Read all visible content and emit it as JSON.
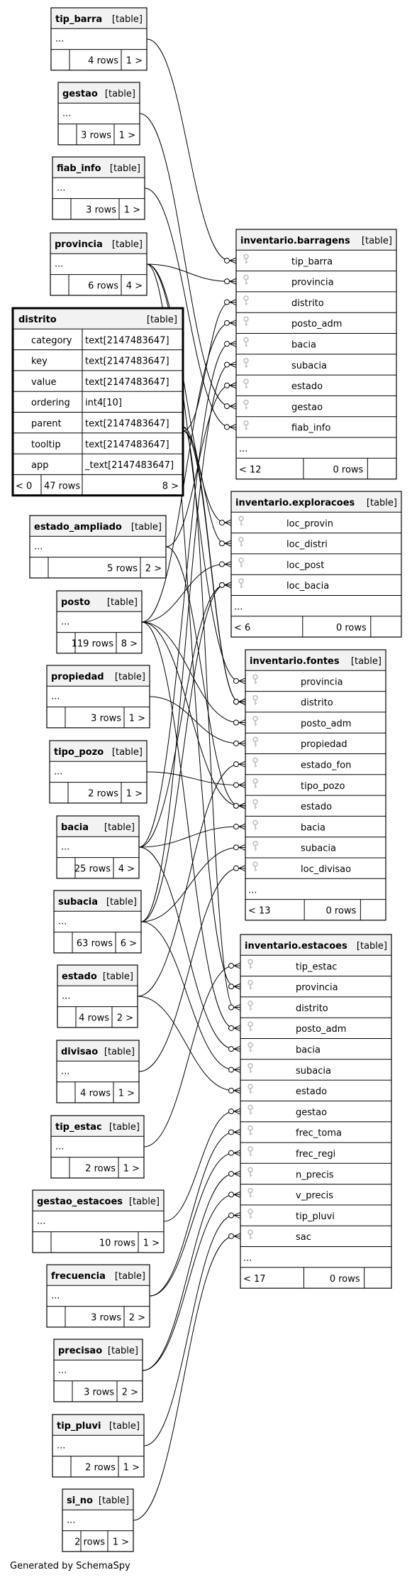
{
  "footer": "Generated by SchemaSpy",
  "tables": [
    {
      "id": "tip_barra",
      "title": "tip_barra",
      "tag": "[table]",
      "ellipsis": "...",
      "rows": "4 rows",
      "right": "1 >"
    },
    {
      "id": "gestao",
      "title": "gestao",
      "tag": "[table]",
      "ellipsis": "...",
      "rows": "3 rows",
      "right": "1 >"
    },
    {
      "id": "fiab_info",
      "title": "fiab_info",
      "tag": "[table]",
      "ellipsis": "...",
      "rows": "3 rows",
      "right": "1 >"
    },
    {
      "id": "provincia",
      "title": "provincia",
      "tag": "[table]",
      "ellipsis": "...",
      "rows": "6 rows",
      "right": "4 >"
    },
    {
      "id": "distrito",
      "title": "distrito",
      "tag": "[table]",
      "bold": true,
      "columns": [
        {
          "name": "category",
          "type": "text[2147483647]"
        },
        {
          "name": "key",
          "type": "text[2147483647]"
        },
        {
          "name": "value",
          "type": "text[2147483647]"
        },
        {
          "name": "ordering",
          "type": "int4[10]"
        },
        {
          "name": "parent",
          "type": "text[2147483647]"
        },
        {
          "name": "tooltip",
          "type": "text[2147483647]"
        },
        {
          "name": "app",
          "type": "_text[2147483647]"
        }
      ],
      "left": "< 0",
      "rows": "47 rows",
      "right": "8 >"
    },
    {
      "id": "estado_ampliado",
      "title": "estado_ampliado",
      "tag": "[table]",
      "ellipsis": "...",
      "rows": "5 rows",
      "right": "2 >"
    },
    {
      "id": "posto",
      "title": "posto",
      "tag": "[table]",
      "ellipsis": "...",
      "rows": "119 rows",
      "right": "8 >"
    },
    {
      "id": "propiedad",
      "title": "propiedad",
      "tag": "[table]",
      "ellipsis": "...",
      "rows": "3 rows",
      "right": "1 >"
    },
    {
      "id": "tipo_pozo",
      "title": "tipo_pozo",
      "tag": "[table]",
      "ellipsis": "...",
      "rows": "2 rows",
      "right": "1 >"
    },
    {
      "id": "bacia",
      "title": "bacia",
      "tag": "[table]",
      "ellipsis": "...",
      "rows": "25 rows",
      "right": "4 >"
    },
    {
      "id": "subacia",
      "title": "subacia",
      "tag": "[table]",
      "ellipsis": "...",
      "rows": "63 rows",
      "right": "6 >"
    },
    {
      "id": "estado",
      "title": "estado",
      "tag": "[table]",
      "ellipsis": "...",
      "rows": "4 rows",
      "right": "2 >"
    },
    {
      "id": "divisao",
      "title": "divisao",
      "tag": "[table]",
      "ellipsis": "...",
      "rows": "4 rows",
      "right": "1 >"
    },
    {
      "id": "tip_estac",
      "title": "tip_estac",
      "tag": "[table]",
      "ellipsis": "...",
      "rows": "2 rows",
      "right": "1 >"
    },
    {
      "id": "gestao_estacoes",
      "title": "gestao_estacoes",
      "tag": "[table]",
      "ellipsis": "...",
      "rows": "10 rows",
      "right": "1 >"
    },
    {
      "id": "frecuencia",
      "title": "frecuencia",
      "tag": "[table]",
      "ellipsis": "...",
      "rows": "3 rows",
      "right": "2 >"
    },
    {
      "id": "precisao",
      "title": "precisao",
      "tag": "[table]",
      "ellipsis": "...",
      "rows": "3 rows",
      "right": "2 >"
    },
    {
      "id": "tip_pluvi",
      "title": "tip_pluvi",
      "tag": "[table]",
      "ellipsis": "...",
      "rows": "2 rows",
      "right": "1 >"
    },
    {
      "id": "si_no",
      "title": "si_no",
      "tag": "[table]",
      "ellipsis": "...",
      "rows": "2 rows",
      "right": "1 >"
    },
    {
      "id": "inventario_barragens",
      "title": "inventario.barragens",
      "tag": "[table]",
      "keyColumns": [
        "tip_barra",
        "provincia",
        "distrito",
        "posto_adm",
        "bacia",
        "subacia",
        "estado",
        "gestao",
        "fiab_info"
      ],
      "ellipsis": "...",
      "left": "< 12",
      "rows": "0 rows"
    },
    {
      "id": "inventario_exploracoes",
      "title": "inventario.exploracoes",
      "tag": "[table]",
      "keyColumns": [
        "loc_provin",
        "loc_distri",
        "loc_post",
        "loc_bacia"
      ],
      "ellipsis": "...",
      "left": "< 6",
      "rows": "0 rows"
    },
    {
      "id": "inventario_fontes",
      "title": "inventario.fontes",
      "tag": "[table]",
      "keyColumns": [
        "provincia",
        "distrito",
        "posto_adm",
        "propiedad",
        "estado_fon",
        "tipo_pozo",
        "estado",
        "bacia",
        "subacia",
        "loc_divisao"
      ],
      "ellipsis": "...",
      "left": "< 13",
      "rows": "0 rows"
    },
    {
      "id": "inventario_estacoes",
      "title": "inventario.estacoes",
      "tag": "[table]",
      "keyColumns": [
        "tip_estac",
        "provincia",
        "distrito",
        "posto_adm",
        "bacia",
        "subacia",
        "estado",
        "gestao",
        "frec_toma",
        "frec_regi",
        "n_precis",
        "v_precis",
        "tip_pluvi",
        "sac"
      ],
      "ellipsis": "...",
      "left": "< 17",
      "rows": "0 rows"
    }
  ]
}
